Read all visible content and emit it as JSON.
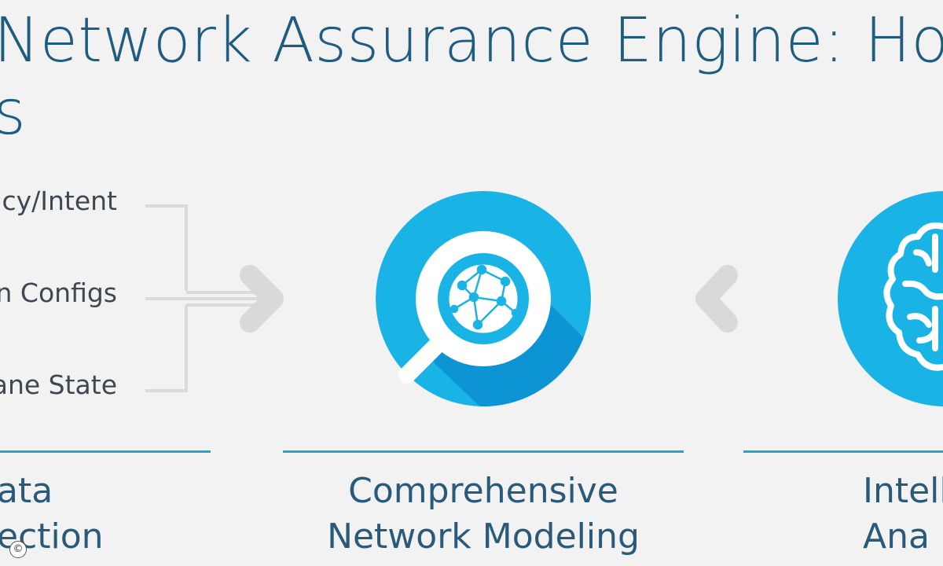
{
  "title": "Network Assurance Engine: Ho\ns",
  "inputs": [
    {
      "label": "cy/Intent"
    },
    {
      "label": "n Configs"
    },
    {
      "label": "ane State"
    }
  ],
  "columns": [
    {
      "caption": "ata\nection"
    },
    {
      "caption": "Comprehensive\nNetwork Modeling"
    },
    {
      "caption": "Intell\nAna"
    }
  ],
  "colors": {
    "title": "#1e5c80",
    "accent": "#1ea7cf",
    "circle": "#1ab3e6",
    "circle_shadow": "#0d94d4",
    "arrow": "#d9d9d9"
  },
  "icons": {
    "modeling": "magnifier-globe-icon",
    "analysis": "brain-icon",
    "flow_in": "arrow-right-icon",
    "flow_back": "arrow-left-icon",
    "copyright": "copyright-icon"
  },
  "copyright_symbol": "©"
}
